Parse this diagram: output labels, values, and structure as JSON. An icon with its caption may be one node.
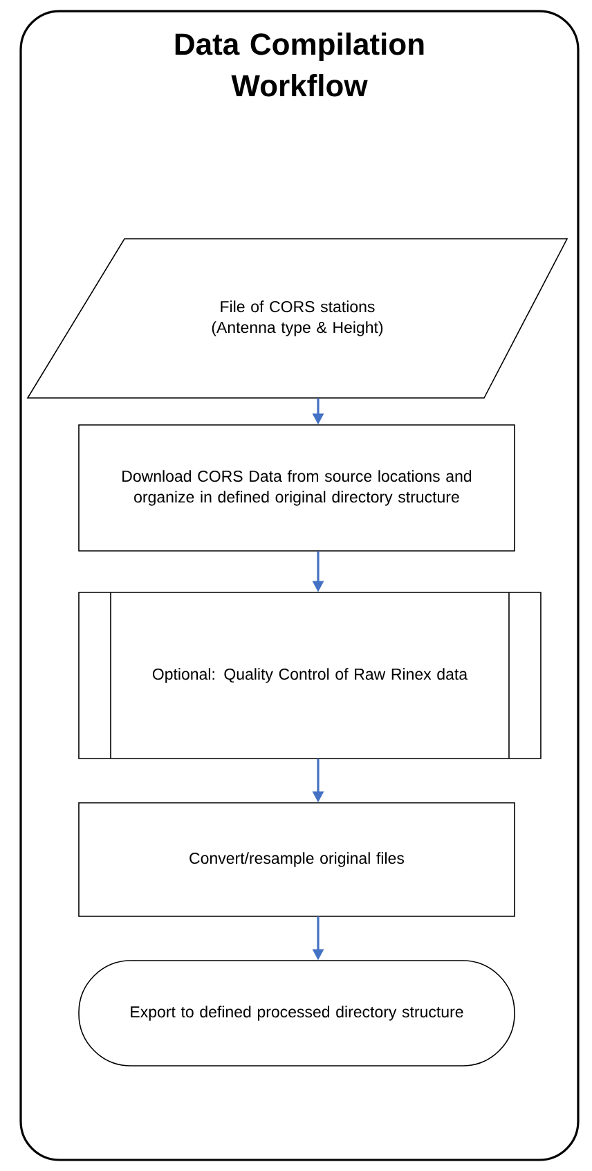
{
  "diagram": {
    "nodes": [
      {
        "text": [
          "Data Compilation Workflow"
        ]
      },
      {
        "text": [
          "File of CORS stations (Antenna type & Height)"
        ],
        "in": 0
      },
      {
        "text": [
          "Download CORS Data from source locations and organize in defined original directory structure"
        ],
        "in": 0
      },
      {
        "text": [
          "Optional: Quality Control of Raw Rinex data"
        ],
        "in": 0
      },
      {
        "text": [
          "Convert/resample original files"
        ],
        "in": 0
      },
      {
        "text": [
          "Export to defined processed directory structure"
        ],
        "in": 0
      }
    ],
    "edges": [
      {
        "from": 1,
        "to": 2,
        "arrow": "to"
      },
      {
        "from": 2,
        "to": 3,
        "arrow": "to"
      },
      {
        "from": 3,
        "to": 4,
        "arrow": "to"
      },
      {
        "from": 4,
        "to": 5,
        "arrow": "to"
      }
    ]
  }
}
